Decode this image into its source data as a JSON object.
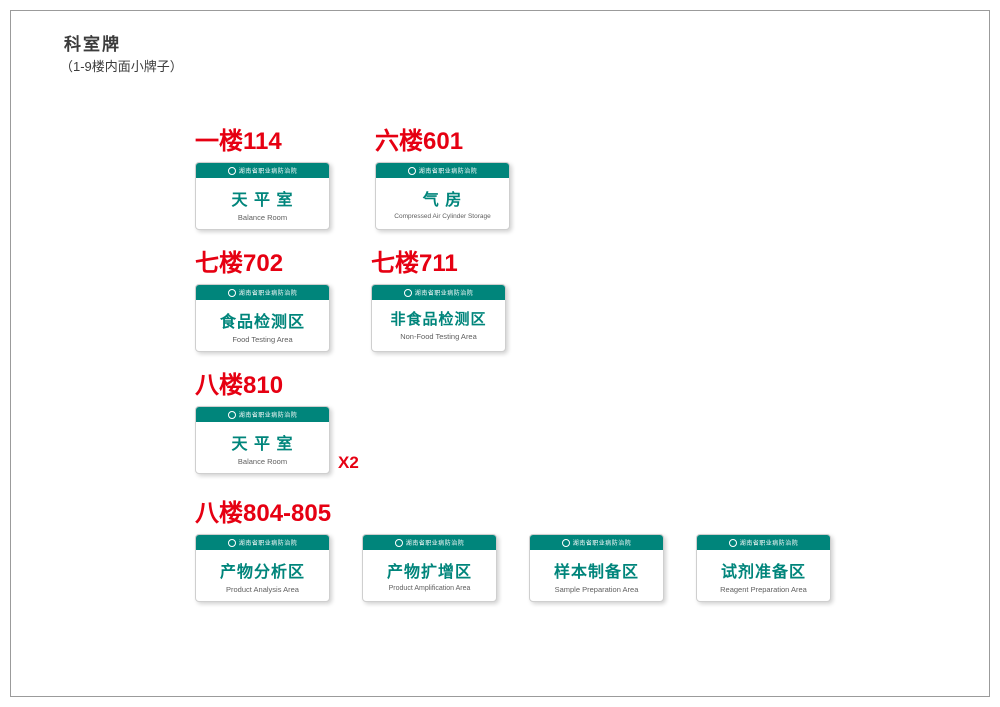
{
  "page_header": {
    "title": "科室牌",
    "subtitle": "（1-9楼内面小牌子）"
  },
  "org_name": "湖南省职业病防治院",
  "colors": {
    "accent_red": "#e60012",
    "brand_teal": "#00857b"
  },
  "groups": {
    "g1": {
      "label": "一楼114",
      "sign": {
        "cn": "天 平 室",
        "en": "Balance Room"
      }
    },
    "g2": {
      "label": "六楼601",
      "sign": {
        "cn": "气  房",
        "en": "Compressed Air Cylinder Storage"
      }
    },
    "g3": {
      "label": "七楼702",
      "sign": {
        "cn": "食品检测区",
        "en": "Food Testing Area"
      }
    },
    "g4": {
      "label": "七楼711",
      "sign": {
        "cn": "非食品检测区",
        "en": "Non-Food Testing Area"
      }
    },
    "g5": {
      "label": "八楼810",
      "sign": {
        "cn": "天 平 室",
        "en": "Balance Room"
      },
      "note": "X2"
    },
    "g6": {
      "label": "八楼804-805",
      "signs": [
        {
          "cn": "产物分析区",
          "en": "Product Analysis Area"
        },
        {
          "cn": "产物扩增区",
          "en": "Product Amplification Area"
        },
        {
          "cn": "样本制备区",
          "en": "Sample Preparation Area"
        },
        {
          "cn": "试剂准备区",
          "en": "Reagent Preparation Area"
        }
      ]
    }
  }
}
